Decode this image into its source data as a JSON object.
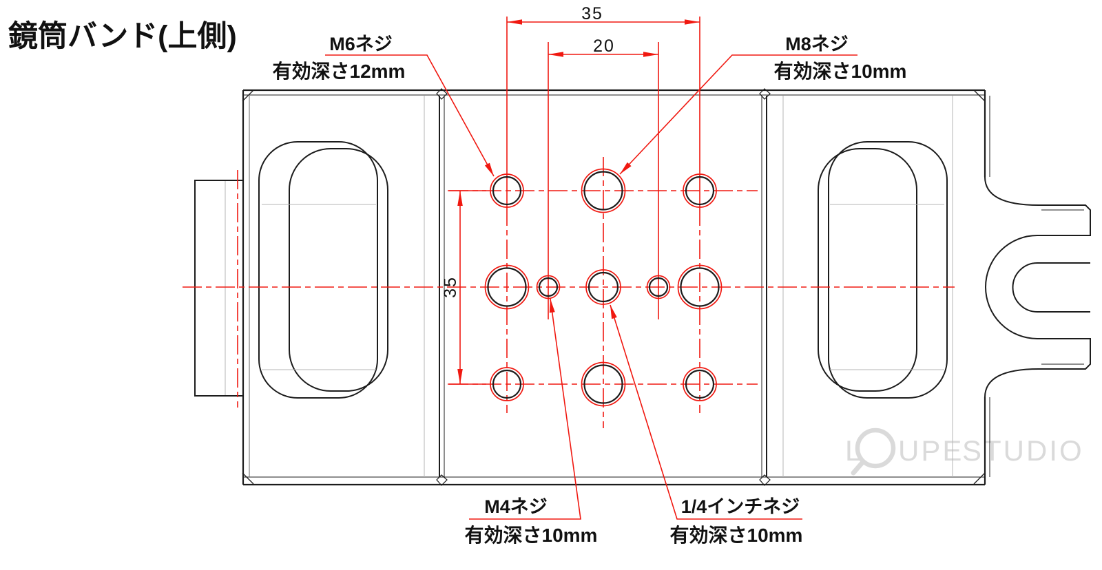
{
  "title": "鏡筒バンド(上側)",
  "dimensions": {
    "hole_span_width": "35",
    "small_hole_span": "20",
    "hole_span_height": "35"
  },
  "labels": {
    "m6": {
      "name": "M6ネジ",
      "depth": "有効深さ12mm"
    },
    "m8": {
      "name": "M8ネジ",
      "depth": "有効深さ10mm"
    },
    "m4": {
      "name": "M4ネジ",
      "depth": "有効深さ10mm"
    },
    "quarter": {
      "name": "1/4インチネジ",
      "depth": "有効深さ10mm"
    }
  },
  "watermark": {
    "text": "LOUPE STUDIO",
    "l": "L",
    "upe": "UPE",
    "studio": "STUDIO"
  },
  "colors": {
    "red": "#f01810",
    "black": "#1c1c1c",
    "gray": "#b5b5b5",
    "watermark": "#dadada"
  }
}
